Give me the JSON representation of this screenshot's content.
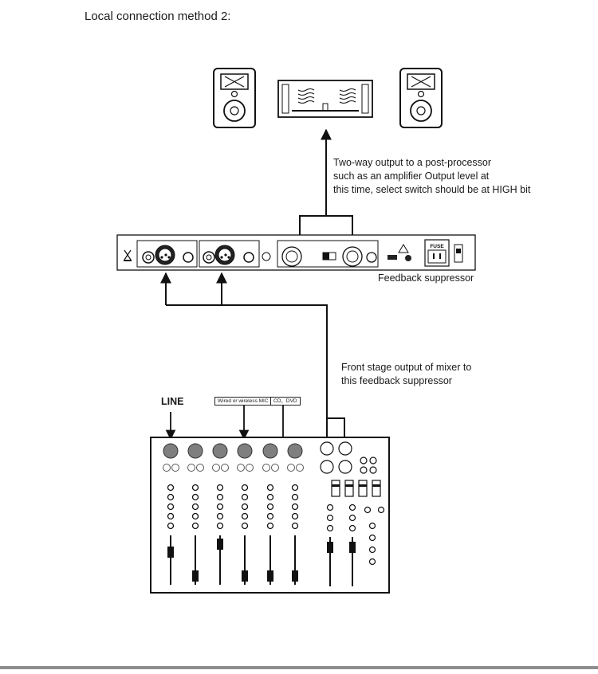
{
  "header": {
    "title": "Local connection method 2:"
  },
  "notes": {
    "amp_output": [
      "Two-way output to a post-processor",
      "such as an amplifier Output level at",
      "this time, select switch should be at HIGH bit"
    ],
    "suppressor_label": "Feedback suppressor",
    "mixer_output": [
      "Front stage output of mixer to",
      "this feedback suppressor"
    ]
  },
  "mixer_inputs": {
    "line": "LINE",
    "mic": "Wired or wireless MIC",
    "cd": "CD、DVD"
  },
  "device_labels": {
    "fuse": "FUSE"
  }
}
